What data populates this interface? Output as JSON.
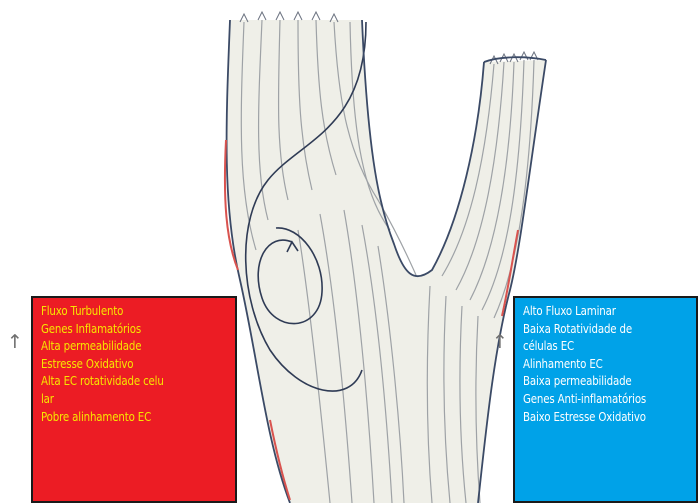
{
  "diagram": {
    "colors": {
      "vessel_fill": "#efefe8",
      "vessel_wall": "#3b4a66",
      "streamline": "#9ea2a6",
      "vortex_line": "#2f3b55",
      "disturbed_wall": "#d9534f",
      "left_box_bg": "#ec1c24",
      "left_box_text": "#f7e600",
      "right_box_bg": "#00a2e8",
      "right_box_text": "#ffffff"
    },
    "left_panel": {
      "arrow_icon": "up-arrow-icon",
      "lines": [
        "Fluxo Turbulento",
        "Genes Inflamatórios",
        "Alta permeabilidade",
        "Estresse Oxidativo",
        "Alta EC rotatividade celu",
        "lar",
        "Pobre alinhamento EC"
      ]
    },
    "right_panel": {
      "arrow_icon": "up-arrow-icon",
      "lines": [
        "Alto Fluxo Laminar",
        "Baixa Rotatividade de",
        "células EC",
        "Alinhamento EC",
        "Baixa permeabilidade",
        "Genes Anti-inflamatórios",
        "Baixo Estresse Oxidativo"
      ]
    }
  }
}
